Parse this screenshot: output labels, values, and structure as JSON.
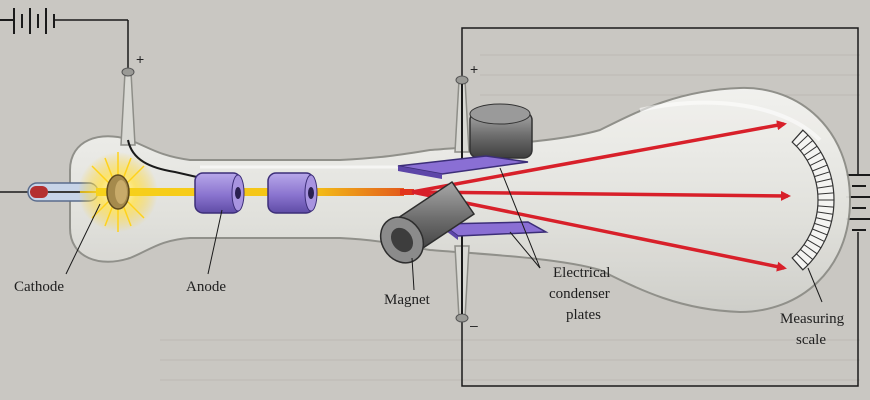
{
  "labels": {
    "cathode": "Cathode",
    "anode": "Anode",
    "magnet": "Magnet",
    "plates_line1": "Electrical",
    "plates_line2": "condenser",
    "plates_line3": "plates",
    "scale_line1": "Measuring",
    "scale_line2": "scale"
  },
  "polarity": {
    "anode_terminal": "+",
    "top_plate_terminal": "+",
    "bottom_plate_terminal": "–"
  },
  "colors": {
    "background": "#c9c7c2",
    "glass": "#e6e6e2",
    "beam": "#f2c214",
    "deflected_rays": "#d8202a",
    "anode_cylinders": "#8f7bd0",
    "plates": "#8a6fd4",
    "magnet": "#7a7a7a",
    "wires": "#1a1a1a"
  },
  "icons": [
    "battery-icon",
    "battery-icon",
    "glow-icon",
    "arrow-icon"
  ]
}
